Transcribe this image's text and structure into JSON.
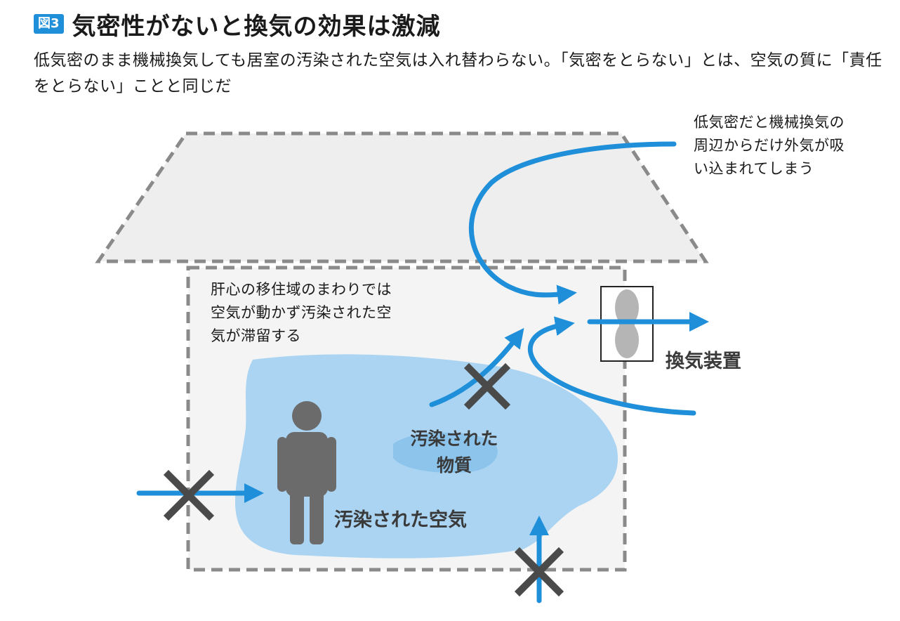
{
  "figure": {
    "number_label": "図3",
    "title": "気密性がないと換気の効果は激減",
    "description": "低気密のまま機械換気しても居室の汚染された空気は入れ替わらない。「気密をとらない」とは、空気の質に「責任をとらない」ことと同じだ"
  },
  "labels": {
    "top_note_line1": "低気密だと機械換気の",
    "top_note_line2": "周辺からだけ外気が吸",
    "top_note_line3": "い込まれてしまう",
    "room_note_line1": "肝心の移住域のまわりでは",
    "room_note_line2": "空気が動かず汚染された空",
    "room_note_line3": "気が滞留する",
    "ventilator": "換気装置",
    "polluted_material_line1": "汚染された",
    "polluted_material_line2": "物質",
    "polluted_air": "汚染された空気"
  },
  "icons": [
    "person-icon",
    "cross-mark-icon",
    "ventilation-fan-icon",
    "airflow-arrow-icon"
  ],
  "colors": {
    "accent": "#1e8fd8",
    "polluted_air_fill": "#aad4f2",
    "house_outline": "#8a8a8a",
    "house_fill": "#eeeeee",
    "cross": "#4a4a4a",
    "person": "#6b6b6b",
    "fan": "#b5b5b5"
  }
}
